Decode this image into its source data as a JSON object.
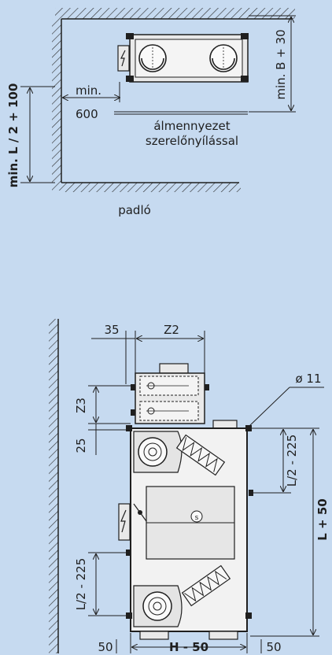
{
  "top_view": {
    "min_label": "min.",
    "min_value": "600",
    "ceiling_line1": "álmennyezet",
    "ceiling_line2": "szerelőnyílással",
    "floor_label": "padló",
    "height_label": "min. L / 2 + 100",
    "depth_label": "min. B + 30"
  },
  "front_view": {
    "dim_35": "35",
    "dim_z2": "Z2",
    "dim_z3": "Z3",
    "dim_25": "25",
    "dim_hole": "ø 11",
    "dim_l2_225_right": "L/2 - 225",
    "dim_l2_225_left": "L/2 - 225",
    "dim_l_plus_50": "L + 50",
    "dim_50_left": "50",
    "dim_h_minus_50": "H - 50",
    "dim_50_right": "50"
  },
  "colors": {
    "background": "#c6daf0",
    "ink": "#1f1f1f",
    "unit_fill": "#f2f2f2"
  }
}
